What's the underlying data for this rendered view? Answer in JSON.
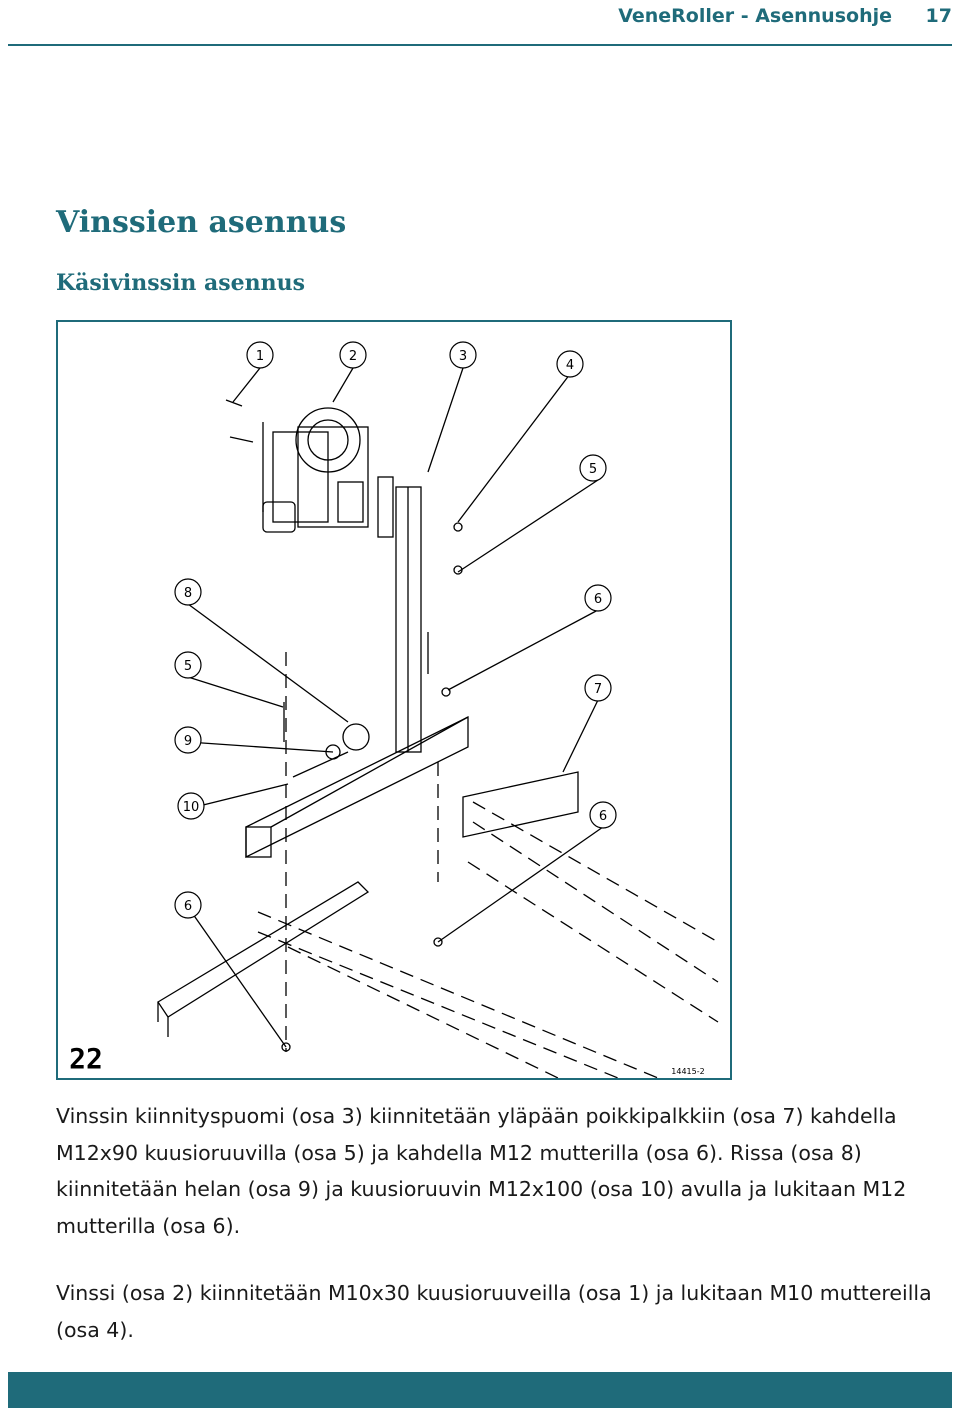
{
  "header": {
    "title": "VeneRoller - Asennusohje",
    "page_number": "17"
  },
  "section_title": "Vinssien asennus",
  "subsection_title": "Käsivinssin asennus",
  "figure": {
    "number": "22",
    "drawing_code": "14415-2",
    "callouts": [
      "1",
      "2",
      "3",
      "4",
      "5",
      "8",
      "6",
      "5",
      "7",
      "9",
      "10",
      "6",
      "6"
    ]
  },
  "paragraphs": [
    "Vinssin kiinnityspuomi (osa 3) kiinnitetään yläpään poikkipalkkiin (osa 7) kahdella M12x90 kuusioruuvilla (osa 5) ja kahdella M12 mutterilla (osa 6). Rissa (osa 8) kiinnitetään helan (osa 9) ja kuusioruuvin M12x100 (osa 10) avulla ja lukitaan M12 mutterilla (osa 6).",
    "Vinssi (osa 2) kiinnitetään M10x30 kuusioruuveilla (osa 1) ja lukitaan M10 muttereilla (osa 4)."
  ],
  "colors": {
    "accent": "#1f6b7a"
  }
}
